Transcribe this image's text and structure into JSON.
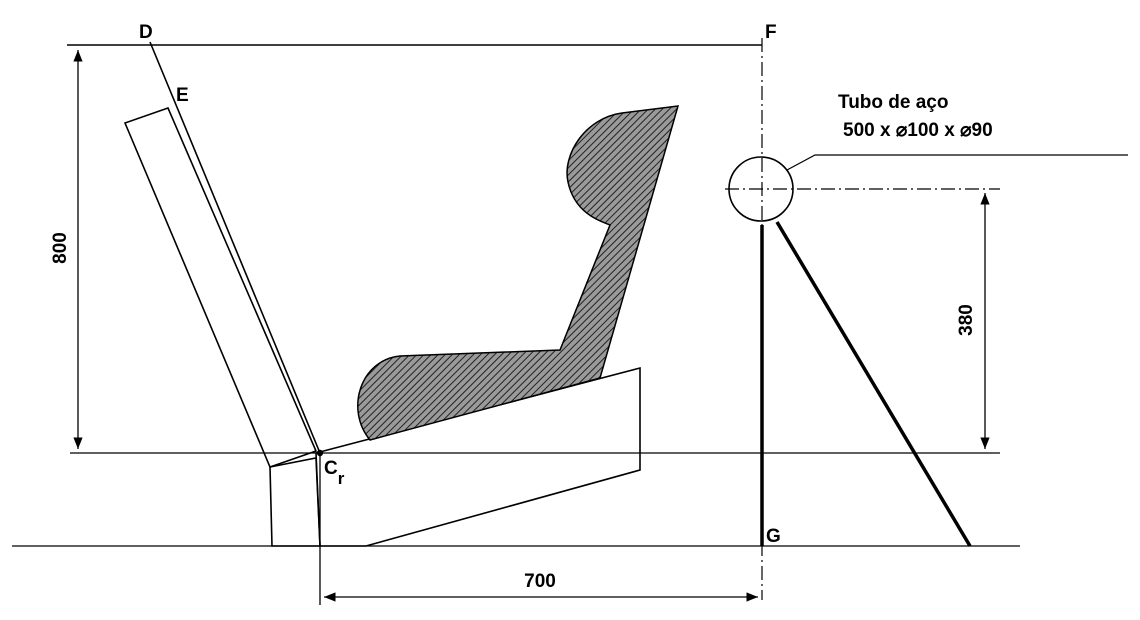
{
  "points": {
    "D": "D",
    "E": "E",
    "F": "F",
    "G": "G",
    "Cr_base": "C",
    "Cr_sub": "r"
  },
  "dimensions": {
    "height_total": "800",
    "height_tube": "380",
    "horizontal": "700"
  },
  "tube_note": {
    "line1": "Tubo de aço",
    "line2": "500 x ⌀100 x ⌀90"
  }
}
